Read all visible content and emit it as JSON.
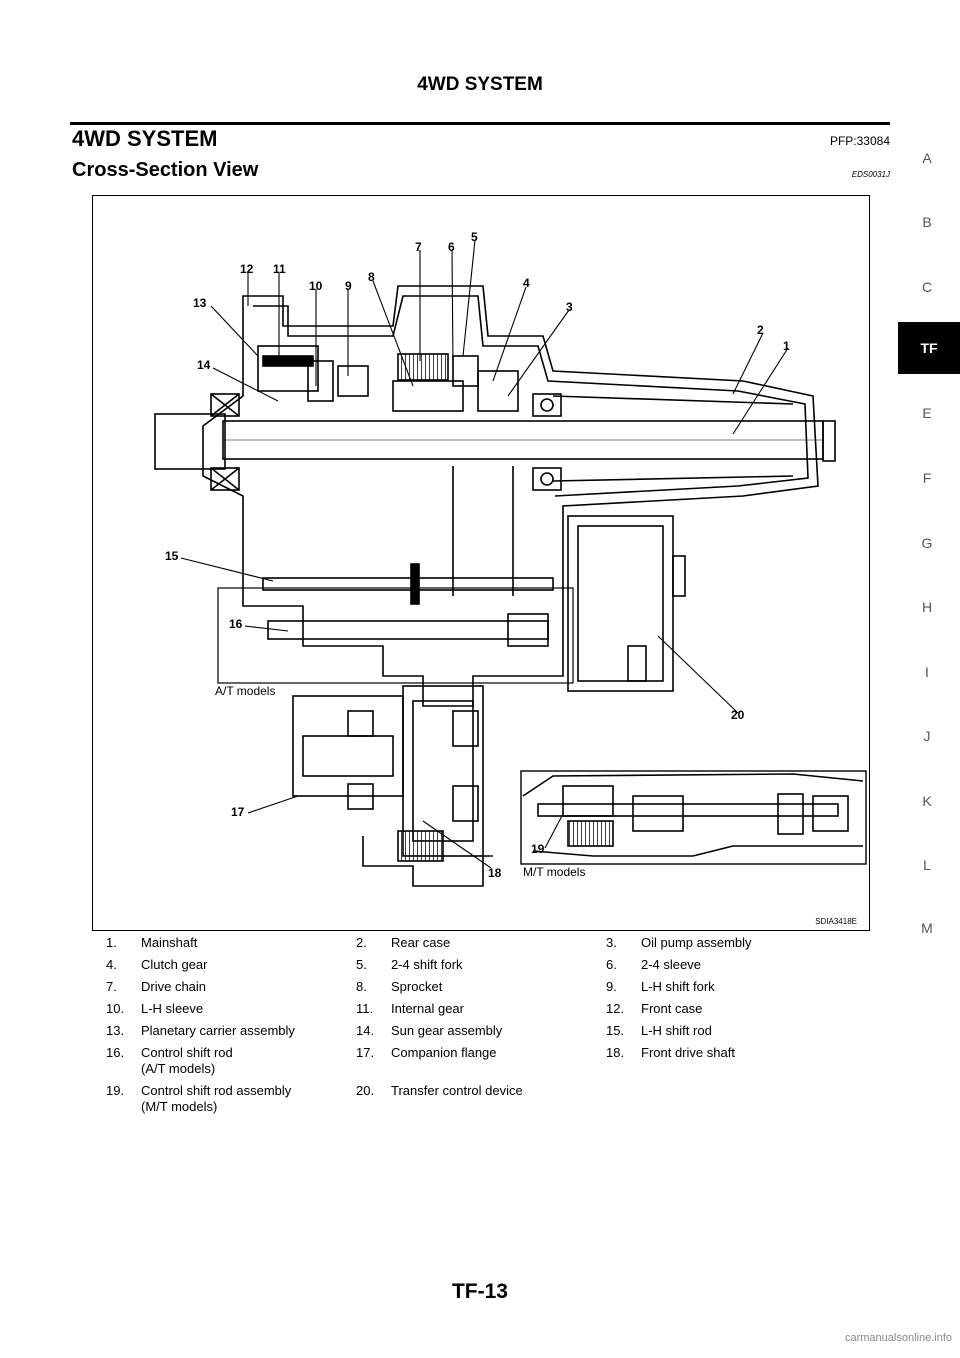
{
  "header": {
    "running_title": "4WD SYSTEM"
  },
  "section": {
    "title": "4WD SYSTEM",
    "pfp": "PFP:33084"
  },
  "subsection": {
    "title": "Cross-Section View",
    "code": "EDS0031J"
  },
  "side_index": {
    "letters": [
      "A",
      "B",
      "C",
      "TF",
      "E",
      "F",
      "G",
      "H",
      "I",
      "J",
      "K",
      "L",
      "M"
    ],
    "active": "TF"
  },
  "figure": {
    "at_label": "A/T models",
    "mt_label": "M/T models",
    "figure_id": "SDIA3418E",
    "callouts": [
      "1",
      "2",
      "3",
      "4",
      "5",
      "6",
      "7",
      "8",
      "9",
      "10",
      "11",
      "12",
      "13",
      "14",
      "15",
      "16",
      "17",
      "18",
      "19",
      "20"
    ]
  },
  "legend": [
    [
      "1.",
      "Mainshaft",
      "2.",
      "Rear case",
      "3.",
      "Oil pump assembly"
    ],
    [
      "4.",
      "Clutch gear",
      "5.",
      "2-4 shift fork",
      "6.",
      "2-4 sleeve"
    ],
    [
      "7.",
      "Drive chain",
      "8.",
      "Sprocket",
      "9.",
      "L-H shift fork"
    ],
    [
      "10.",
      "L-H sleeve",
      "11.",
      "Internal gear",
      "12.",
      "Front case"
    ],
    [
      "13.",
      "Planetary carrier assembly",
      "14.",
      "Sun gear assembly",
      "15.",
      "L-H shift rod"
    ],
    [
      "16.",
      "Control shift rod\n(A/T models)",
      "17.",
      "Companion flange",
      "18.",
      "Front drive shaft"
    ],
    [
      "19.",
      "Control shift rod assembly\n(M/T models)",
      "20.",
      "Transfer control device",
      "",
      ""
    ]
  ],
  "footer": {
    "page_number": "TF-13",
    "watermark": "carmanualsonline.info"
  }
}
